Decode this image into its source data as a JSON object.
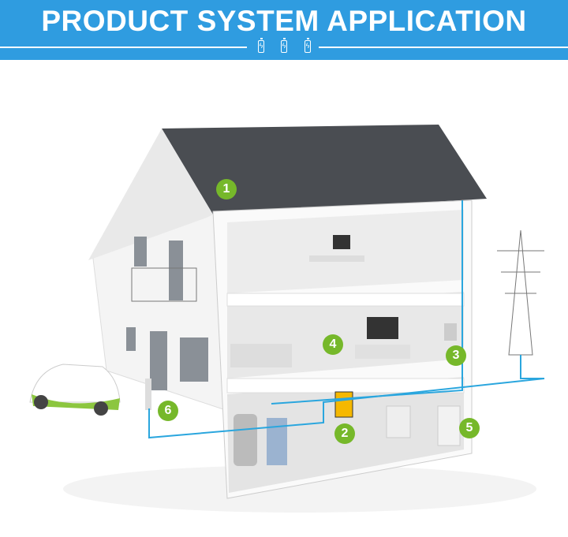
{
  "header": {
    "title": "PRODUCT SYSTEM APPLICATION",
    "icons": [
      "battery-icon",
      "battery-icon",
      "battery-icon"
    ]
  },
  "markers": [
    "1",
    "2",
    "3",
    "4",
    "5",
    "6"
  ],
  "colors": {
    "header": "#2f9ce0",
    "marker": "#76b82a",
    "cable": "#2aa6de",
    "roof": "#4a4d52"
  }
}
